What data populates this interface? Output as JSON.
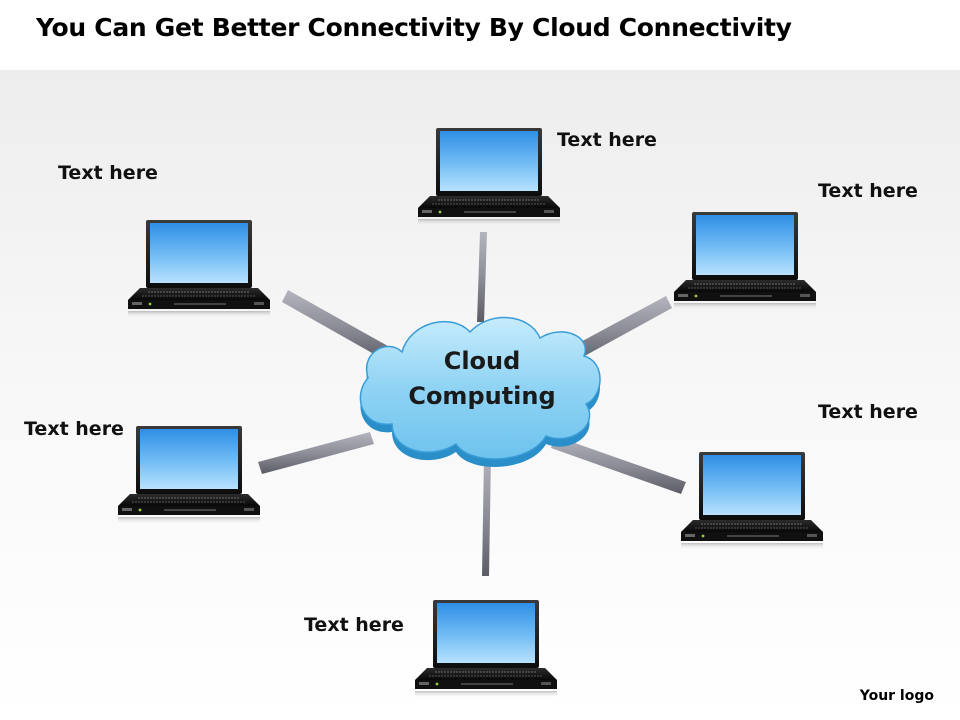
{
  "title": "You Can Get Better Connectivity By Cloud Connectivity",
  "center": {
    "line1": "Cloud",
    "line2": "Computing",
    "icon": "cloud-icon",
    "fill": "#8fd3f4",
    "stroke": "#2a8fc8"
  },
  "nodes": [
    {
      "id": "top",
      "label": "Text here",
      "icon": "laptop-icon"
    },
    {
      "id": "top-left",
      "label": "Text here",
      "icon": "laptop-icon"
    },
    {
      "id": "top-right",
      "label": "Text here",
      "icon": "laptop-icon"
    },
    {
      "id": "left",
      "label": "Text here",
      "icon": "laptop-icon"
    },
    {
      "id": "right",
      "label": "Text here",
      "icon": "laptop-icon"
    },
    {
      "id": "bottom",
      "label": "Text here",
      "icon": "laptop-icon"
    }
  ],
  "logo": "Your logo",
  "colors": {
    "screen": "#5aaef0",
    "laptop_body": "#1a1a1a",
    "connector": "#8e8e99"
  }
}
